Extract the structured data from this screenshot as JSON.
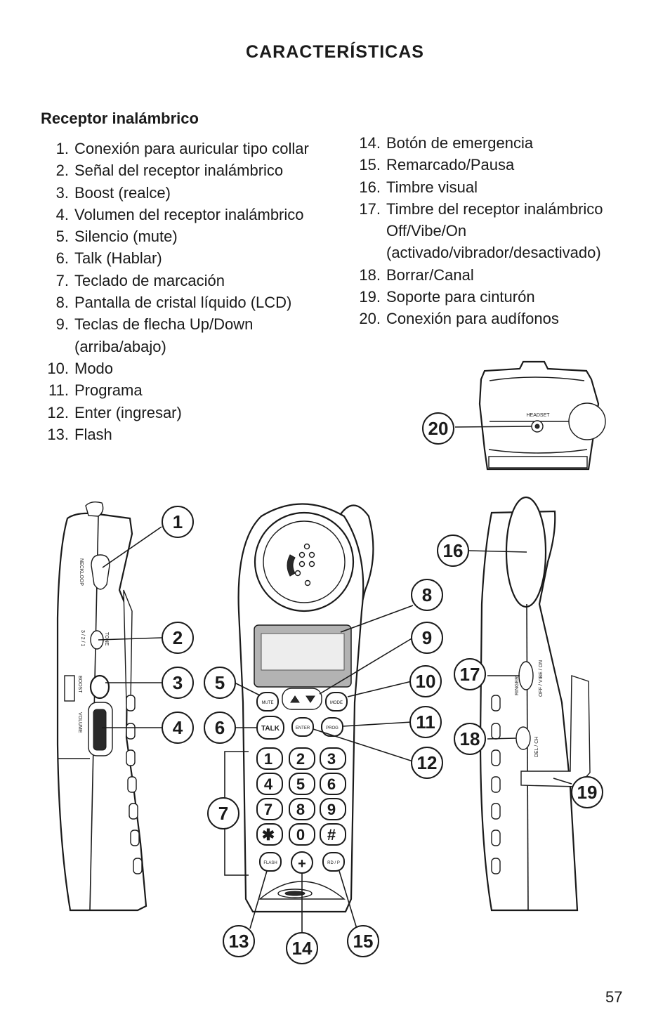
{
  "page": {
    "title": "CARACTERÍSTICAS",
    "section_title": "Receptor inalámbrico",
    "page_number": "57"
  },
  "features_left": [
    {
      "num": "1.",
      "text": "Conexión para auricular tipo collar"
    },
    {
      "num": "2.",
      "text": "Señal del receptor inalámbrico"
    },
    {
      "num": "3.",
      "text": "Boost (realce)"
    },
    {
      "num": "4.",
      "text": "Volumen del receptor inalámbrico"
    },
    {
      "num": "5.",
      "text": "Silencio (mute)"
    },
    {
      "num": "6.",
      "text": "Talk (Hablar)"
    },
    {
      "num": "7.",
      "text": "Teclado de marcación"
    },
    {
      "num": "8.",
      "text": "Pantalla de cristal líquido (LCD)"
    },
    {
      "num": "9.",
      "text": "Teclas de flecha Up/Down (arriba/abajo)"
    },
    {
      "num": "10.",
      "text": "Modo"
    },
    {
      "num": "11.",
      "text": "Programa"
    },
    {
      "num": "12.",
      "text": "Enter (ingresar)"
    },
    {
      "num": "13.",
      "text": "Flash"
    }
  ],
  "features_right": [
    {
      "num": "14.",
      "text": "Botón de emergencia"
    },
    {
      "num": "15.",
      "text": "Remarcado/Pausa"
    },
    {
      "num": "16.",
      "text": "Timbre visual"
    },
    {
      "num": "17.",
      "text": "Timbre del receptor inalámbrico Off/Vibe/On (activado/vibrador/desactivado)"
    },
    {
      "num": "18.",
      "text": "Borrar/Canal"
    },
    {
      "num": "19.",
      "text": "Soporte para cinturón"
    },
    {
      "num": "20.",
      "text": "Conexión para audífonos"
    }
  ],
  "figure": {
    "callouts": [
      "1",
      "2",
      "3",
      "4",
      "5",
      "6",
      "7",
      "8",
      "9",
      "10",
      "11",
      "12",
      "13",
      "14",
      "15",
      "16",
      "17",
      "18",
      "19",
      "20"
    ],
    "device_labels": {
      "headset": "HEADSET",
      "neckloop": "NECKLOOP",
      "tone": "TONE",
      "tone_values": "3 / 2 / 1",
      "boost": "BOOST",
      "volume": "VOLUME",
      "ringer": "RINGER",
      "ringer_values": "OFF / VIBE / ON",
      "del_ch": "DEL / CH"
    },
    "buttons": {
      "mute": "MUTE",
      "mode": "MODE",
      "talk": "TALK",
      "enter": "ENTER",
      "prog": "PROG",
      "flash": "FLASH",
      "redial": "RD / P"
    },
    "keys": [
      "1",
      "2",
      "3",
      "4",
      "5",
      "6",
      "7",
      "8",
      "9",
      "✱",
      "0",
      "#"
    ],
    "emergency_key": "+"
  }
}
